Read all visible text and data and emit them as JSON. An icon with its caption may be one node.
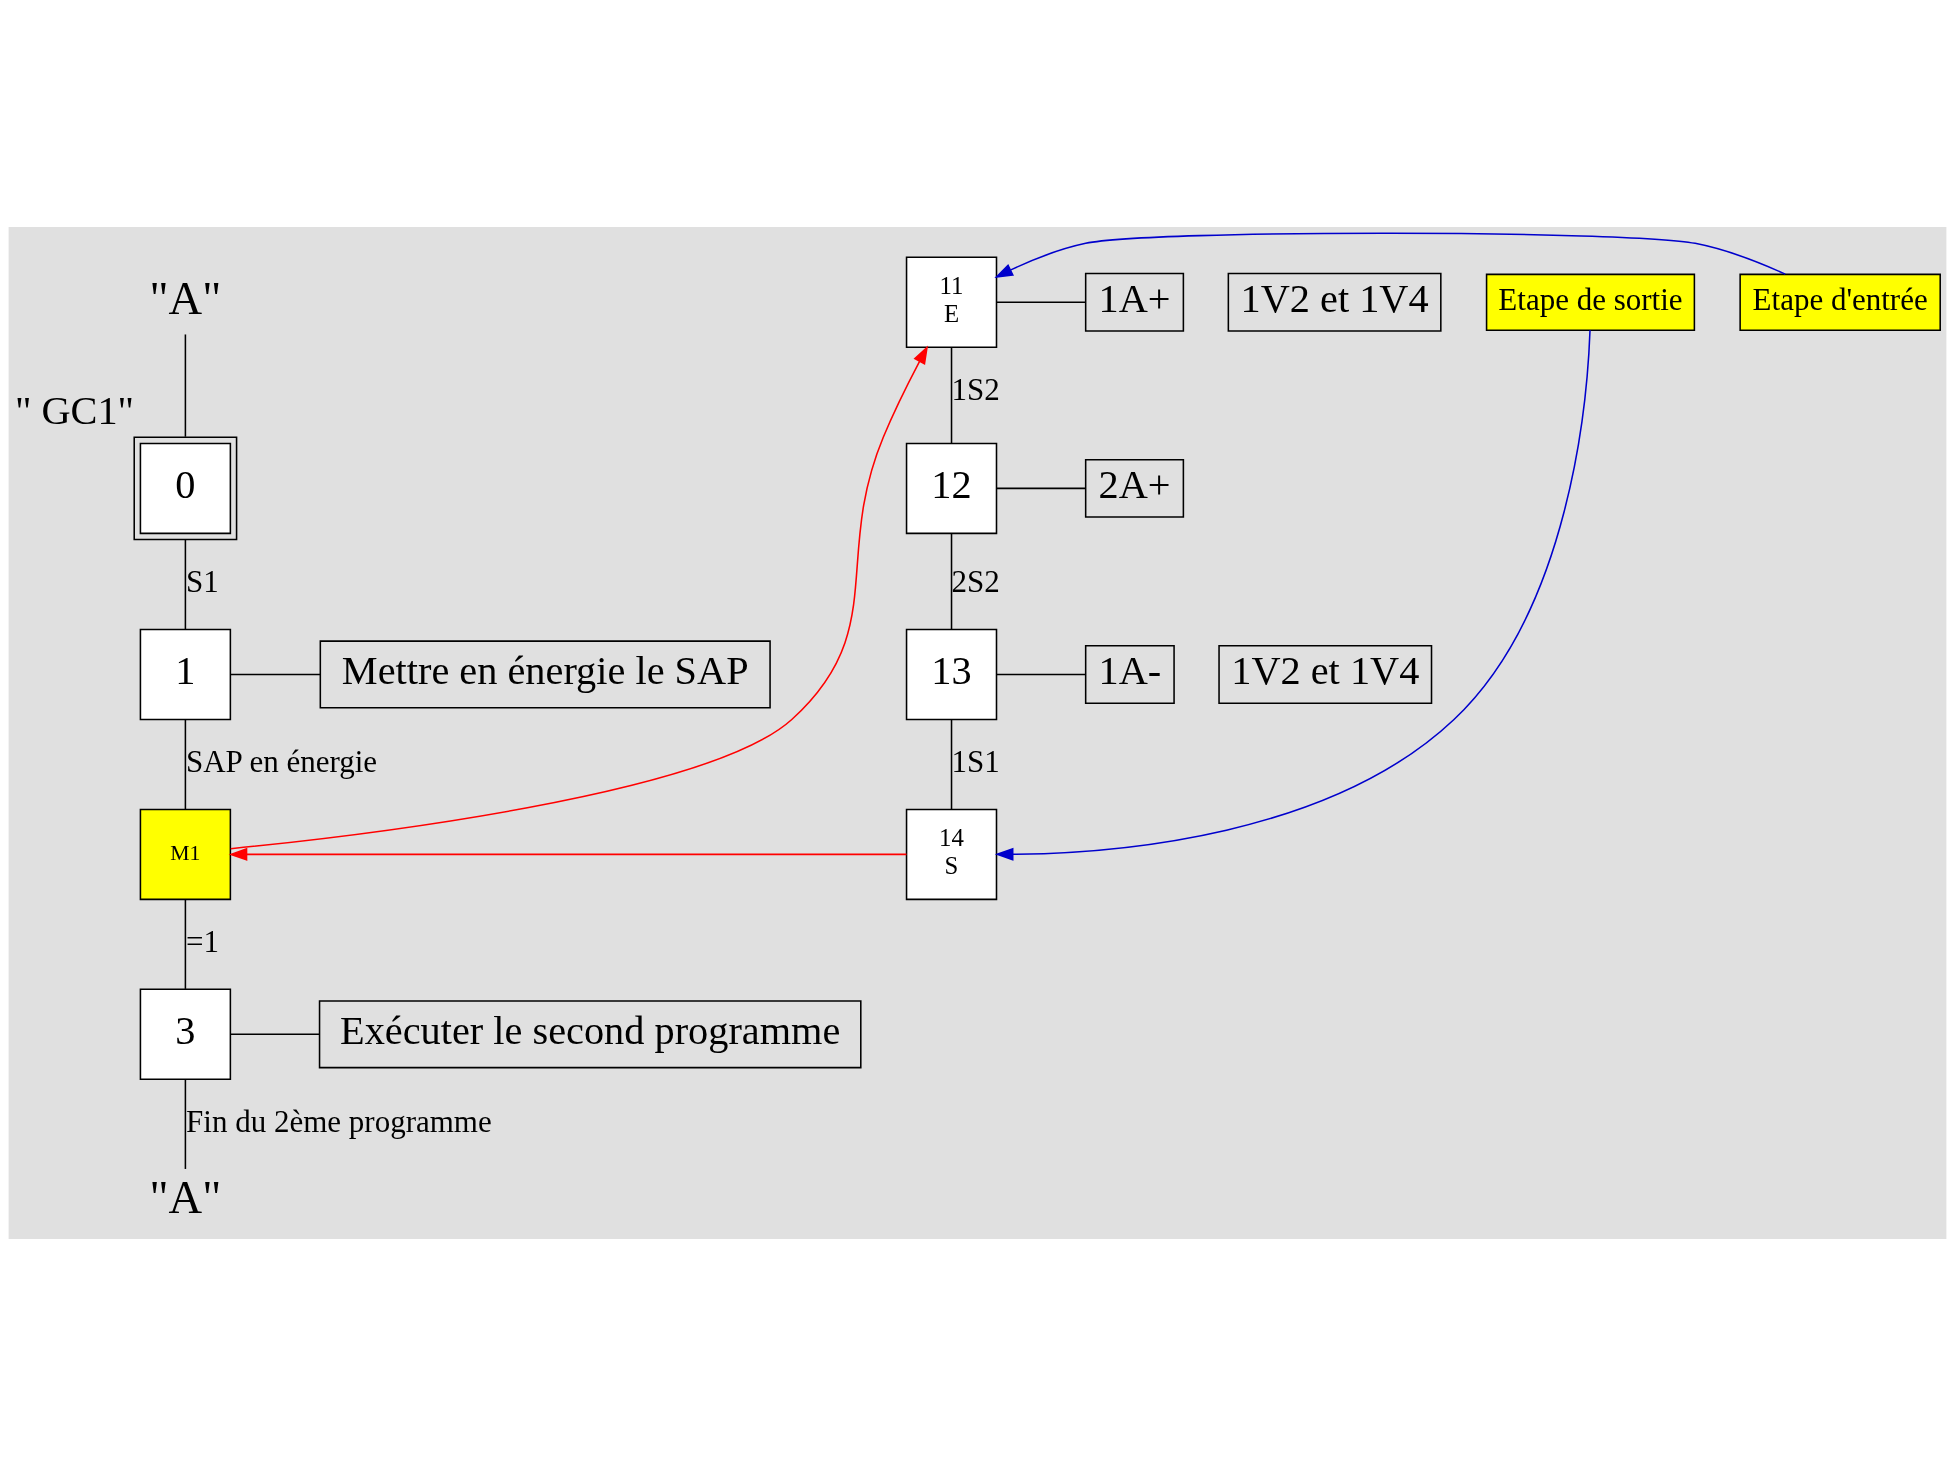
{
  "diagram": {
    "nodes": [
      {
        "text": [
          "\"A\""
        ]
      },
      {
        "text": [
          "0"
        ],
        "beside": [
          "\" GC1\""
        ]
      },
      {
        "text": [
          "1"
        ]
      },
      {
        "text": [
          "Mettre en énergie le SAP"
        ]
      },
      {
        "text": [
          "M1"
        ]
      },
      {
        "text": [
          "3"
        ]
      },
      {
        "text": [
          "Exécuter le second programme"
        ]
      },
      {
        "text": [
          "\"A\""
        ]
      },
      {
        "text": [
          "11",
          "E"
        ]
      },
      {
        "text": [
          "1A+"
        ]
      },
      {
        "text": [
          "1V2 et 1V4"
        ]
      },
      {
        "text": [
          "12"
        ]
      },
      {
        "text": [
          "2A+"
        ]
      },
      {
        "text": [
          "13"
        ]
      },
      {
        "text": [
          "1A-"
        ]
      },
      {
        "text": [
          "1V2 et 1V4"
        ]
      },
      {
        "text": [
          "14",
          "S"
        ]
      },
      {
        "text": [
          "Etape d'entrée"
        ]
      },
      {
        "text": [
          "Etape de sortie"
        ]
      }
    ],
    "edges": [
      {
        "from": 0,
        "to": 1,
        "arrow": "none"
      },
      {
        "from": 1,
        "to": 2,
        "arrow": "none",
        "label": "S1"
      },
      {
        "from": 2,
        "to": 3,
        "arrow": "none"
      },
      {
        "from": 2,
        "to": 4,
        "arrow": "none",
        "label": "SAP en énergie"
      },
      {
        "from": 4,
        "to": 5,
        "arrow": "none",
        "label": "=1"
      },
      {
        "from": 5,
        "to": 6,
        "arrow": "none"
      },
      {
        "from": 5,
        "to": 7,
        "arrow": "none",
        "label": "Fin du 2ème programme"
      },
      {
        "from": 8,
        "to": 9,
        "arrow": "none"
      },
      {
        "from": 8,
        "to": 11,
        "arrow": "none",
        "label": "1S2"
      },
      {
        "from": 11,
        "to": 12,
        "arrow": "none"
      },
      {
        "from": 11,
        "to": 13,
        "arrow": "none",
        "label": "2S2"
      },
      {
        "from": 13,
        "to": 14,
        "arrow": "none"
      },
      {
        "from": 13,
        "to": 16,
        "arrow": "none",
        "label": "1S1"
      },
      {
        "from": 4,
        "to": 8,
        "arrow": "to",
        "color": "#ff0000"
      },
      {
        "from": 16,
        "to": 4,
        "arrow": "to",
        "color": "#ff0000"
      },
      {
        "from": 17,
        "to": 8,
        "arrow": "to",
        "color": "#0000cc"
      },
      {
        "from": 18,
        "to": 16,
        "arrow": "to",
        "color": "#0000cc"
      }
    ]
  }
}
